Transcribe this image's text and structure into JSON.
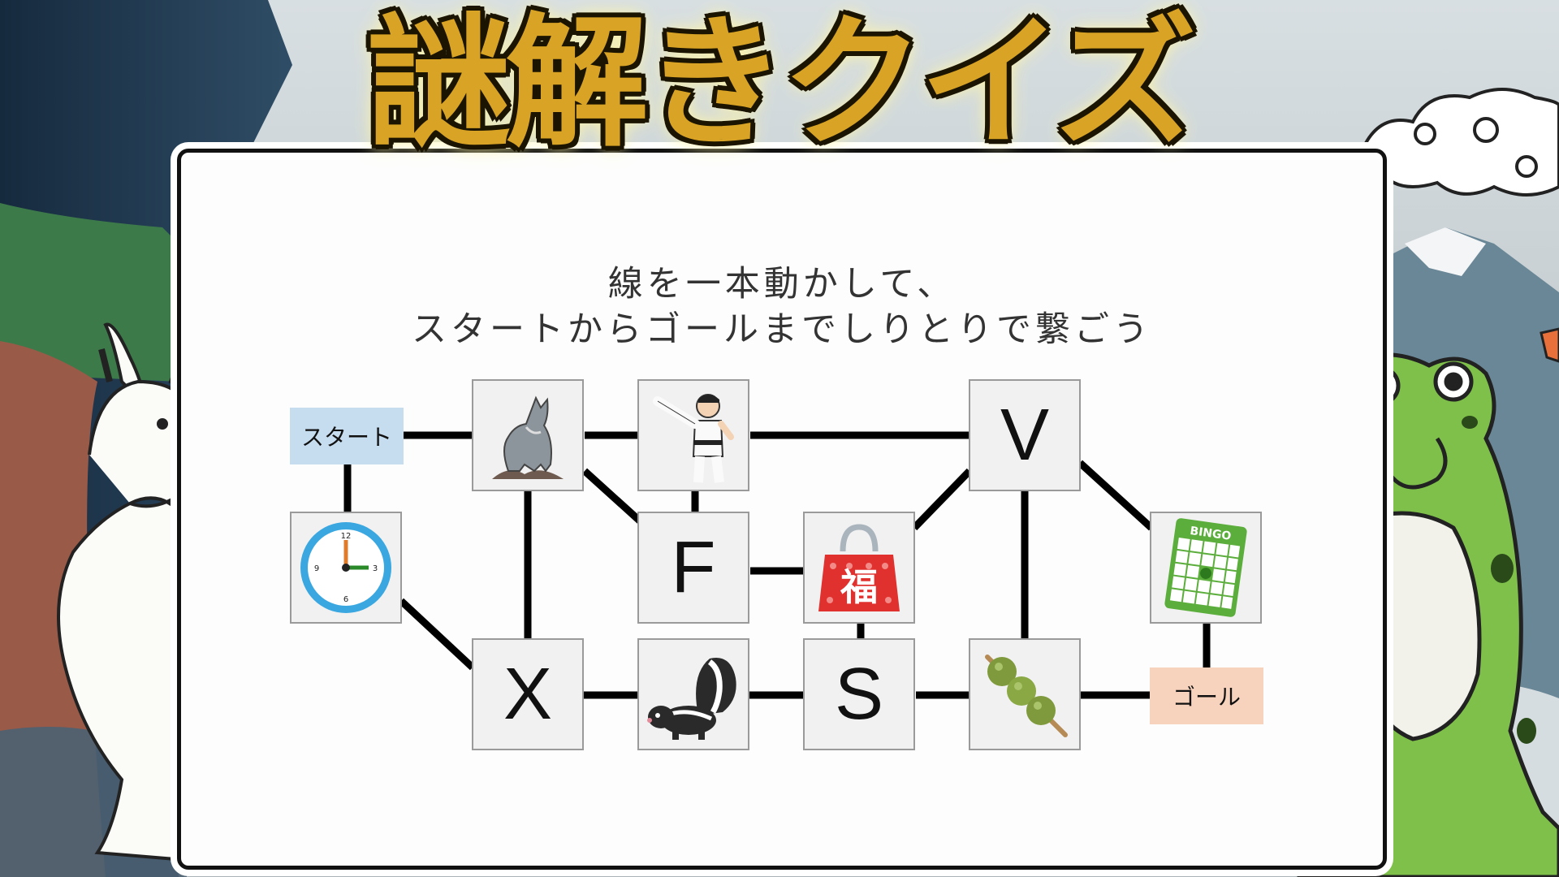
{
  "title": "謎解きクイズ",
  "instructions": {
    "line1": "線を一本動かして、",
    "line2": "スタートからゴールまでしりとりで繋ごう"
  },
  "start_label": "スタート",
  "goal_label": "ゴール",
  "tiles": {
    "wolf": {
      "icon": "howling-wolf-icon"
    },
    "karate": {
      "icon": "karate-kick-icon"
    },
    "v": {
      "letter": "V"
    },
    "clock": {
      "icon": "clock-icon"
    },
    "f": {
      "letter": "F"
    },
    "lucky_bag": {
      "icon": "lucky-bag-icon",
      "text": "福"
    },
    "bingo": {
      "icon": "bingo-card-icon",
      "text": "BINGO"
    },
    "x": {
      "letter": "X"
    },
    "skunk": {
      "icon": "skunk-icon"
    },
    "s": {
      "letter": "S"
    },
    "dango": {
      "icon": "dango-icon"
    }
  },
  "colors": {
    "start_box": "#c6dcef",
    "goal_box": "#f7d2bd",
    "title_gold": "#d9a425",
    "connector": "#000000"
  }
}
